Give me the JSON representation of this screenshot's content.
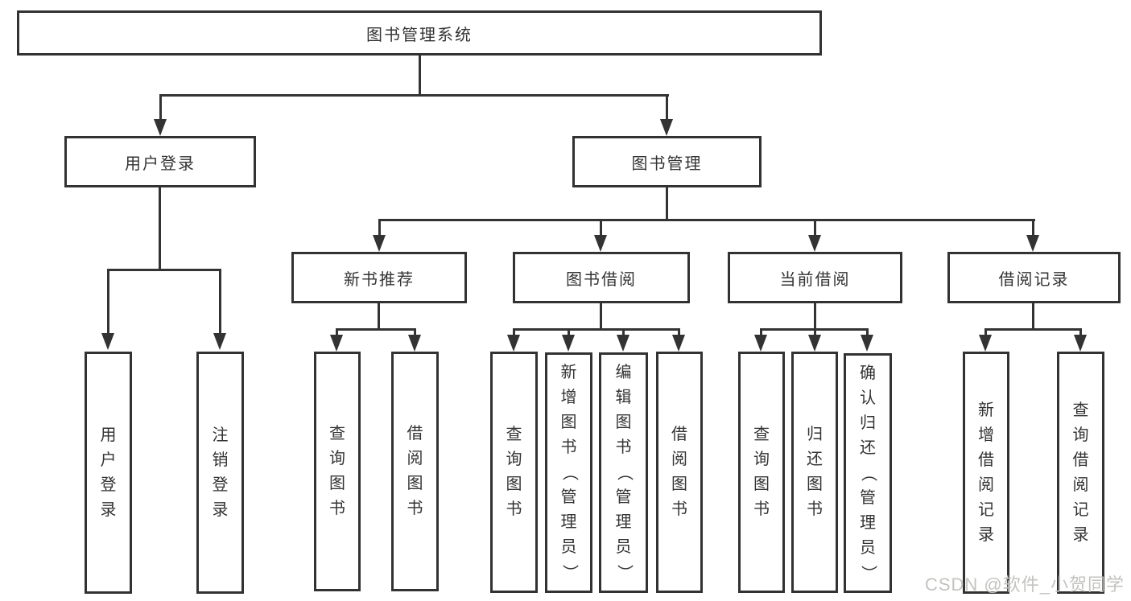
{
  "nodes": {
    "root": "图书管理系统",
    "user_login": "用户登录",
    "book_manage": "图书管理",
    "groups": [
      "新书推荐",
      "图书借阅",
      "当前借阅",
      "借阅记录"
    ],
    "user_login_children": [
      "用户登录",
      "注销登录"
    ],
    "group_children": [
      [
        "查询图书",
        "借阅图书"
      ],
      [
        "查询图书",
        "新增图书（管理员）",
        "编辑图书（管理员）",
        "借阅图书"
      ],
      [
        "查询图书",
        "归还图书",
        "确认归还（管理员）"
      ],
      [
        "新增借阅记录",
        "查询借阅记录"
      ]
    ]
  },
  "watermark": "CSDN @软件_小贺同学",
  "colors": {
    "line": "#333333",
    "text": "#333333",
    "watermark": "#c3c3c0",
    "background": "#ffffff"
  }
}
